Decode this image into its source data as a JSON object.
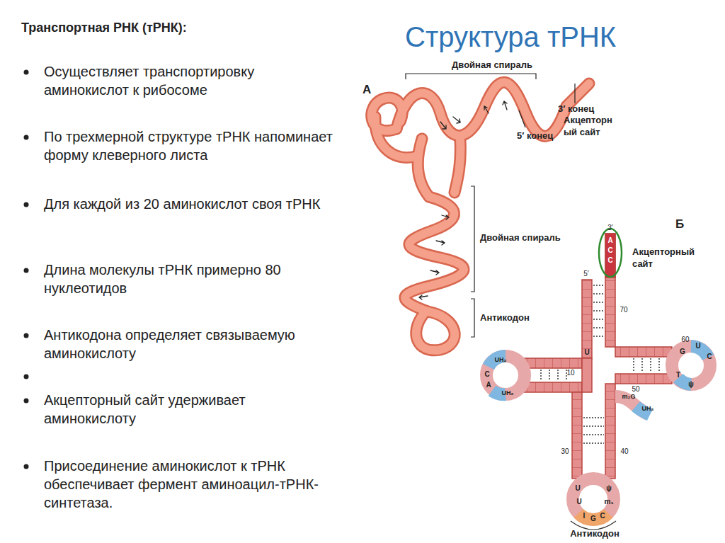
{
  "diagram": {
    "title": "Структура тРНК",
    "labels": [
      "Транспортная РНК (тРНК):",
      "Осуществляет транспортировку аминокислот к рибосоме",
      "По трехмерной структуре тРНК напоминает форму клеверного листа",
      "Для каждой из 20 аминокислот своя тРНК",
      "Длина молекулы тРНК примерно 80 нуклеотидов",
      "Антикодона определяет связываемую аминокислоту",
      "Акцепторный сайт удерживает аминокислоту",
      "Присоединение аминокислот к тРНК обеспечивает фермент аминоацил-тРНК-синтетаза.",
      "А",
      "Двойная спираль",
      "3′ конец",
      "Акцепторн ый сайт",
      "5′ конец",
      "Двойная спираль",
      "Антикодон",
      "Б",
      "Акцепторный сайт",
      "Антикодон",
      "5′",
      "3′",
      "A",
      "C",
      "C",
      "10",
      "70",
      "60",
      "50",
      "30",
      "40",
      "U",
      "UH₂",
      "C",
      "A",
      "UH₂",
      "G",
      "U",
      "C",
      "T",
      "ψ",
      "m₂G",
      "UH₂",
      "U",
      "U",
      "ψ",
      "m₁",
      "I",
      "G",
      "C"
    ]
  }
}
